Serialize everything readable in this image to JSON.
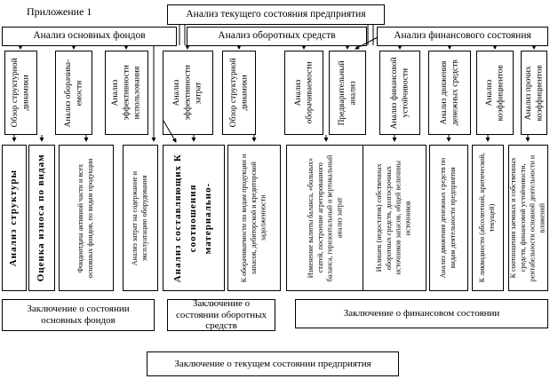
{
  "appendix_label": "Приложение 1",
  "root_title": "Анализ текущего состояния предприятия",
  "final_conclusion": "Заключение о текущем  состоянии предприятия",
  "sections": {
    "fixed_assets": {
      "header": "Анализ основных фондов",
      "top": [
        "Обзор структурной динамики",
        "Анализ оборачива-емости",
        "Анализ эффективности использования"
      ],
      "detail": [
        "Анализ структуры",
        "Оценка износа по видам",
        "Фондоотдача активной части и всех основных фондов, по видам продукции",
        "Анализ затрат на содержание и эксплуатацию оборудования"
      ],
      "conclusion": "Заключение о состоянии основных фондов"
    },
    "working_capital": {
      "header": "Анализ оборотных средств",
      "top": [
        "Анализ эффективности затрат",
        "Обзор структурной динамики",
        "Анализ оборачиваемости",
        "Предварительный анализ"
      ],
      "detail": [
        "Анализ составляющих К соотношения материально-",
        "К оборачиваемости по видам продукции и запасов, дебиторской и кредиторской задолженности",
        "Изменение валюты баланса, «больных» статей, построение агрегированного баланса, горизонтальный и вертикальный анализ затрат"
      ],
      "conclusion": "Заключение о состоянии оборотных средств"
    },
    "financial_state": {
      "header": "Анализ финансового состояния",
      "top": [
        "Анализ финансовой устойчивости",
        "Анализ движения денежных средств",
        "Анализ коэффициентов",
        "Анализ прочих коэффициентов"
      ],
      "detail": [
        "Излишек (недостаток) собственных оборотных средств, долгосрочных источников запасов, общей величины источников",
        "Анализ движения денежных средств по видам деятельности предприятия",
        "К ликвидности (абсолютной, критической, текущей)",
        "К соотношения заемных и собственных средств, финансовой устойчивости, рентабельности основной деятельности и вложений"
      ],
      "conclusion": "Заключение о финансовом состоянии"
    }
  }
}
